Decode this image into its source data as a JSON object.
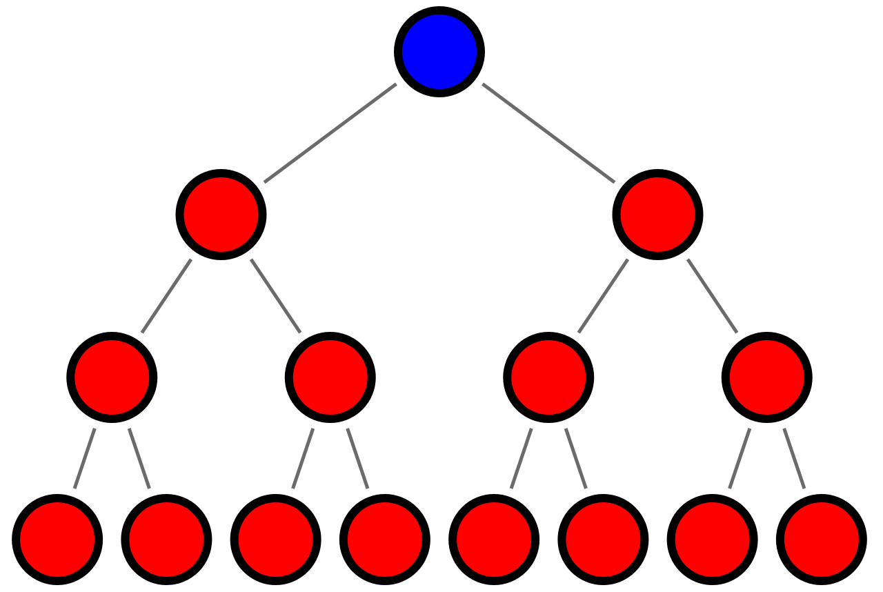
{
  "colors": {
    "background": "#ffffff",
    "root_fill": "#0000ff",
    "node_fill": "#ff0000",
    "node_outline": "#000000",
    "edge": "#6b6b6b"
  },
  "tree": {
    "levels": 4,
    "branching": 2,
    "nodes": [
      {
        "id": "n1",
        "level": 0,
        "kind": "root"
      },
      {
        "id": "n2",
        "level": 1,
        "kind": "node"
      },
      {
        "id": "n3",
        "level": 1,
        "kind": "node"
      },
      {
        "id": "n4",
        "level": 2,
        "kind": "node"
      },
      {
        "id": "n5",
        "level": 2,
        "kind": "node"
      },
      {
        "id": "n6",
        "level": 2,
        "kind": "node"
      },
      {
        "id": "n7",
        "level": 2,
        "kind": "node"
      },
      {
        "id": "n8",
        "level": 3,
        "kind": "leaf"
      },
      {
        "id": "n9",
        "level": 3,
        "kind": "leaf"
      },
      {
        "id": "n10",
        "level": 3,
        "kind": "leaf"
      },
      {
        "id": "n11",
        "level": 3,
        "kind": "leaf"
      },
      {
        "id": "n12",
        "level": 3,
        "kind": "leaf"
      },
      {
        "id": "n13",
        "level": 3,
        "kind": "leaf"
      },
      {
        "id": "n14",
        "level": 3,
        "kind": "leaf"
      },
      {
        "id": "n15",
        "level": 3,
        "kind": "leaf"
      }
    ],
    "edges": [
      [
        "n1",
        "n2"
      ],
      [
        "n1",
        "n3"
      ],
      [
        "n2",
        "n4"
      ],
      [
        "n2",
        "n5"
      ],
      [
        "n3",
        "n6"
      ],
      [
        "n3",
        "n7"
      ],
      [
        "n4",
        "n8"
      ],
      [
        "n4",
        "n9"
      ],
      [
        "n5",
        "n10"
      ],
      [
        "n5",
        "n11"
      ],
      [
        "n6",
        "n12"
      ],
      [
        "n6",
        "n13"
      ],
      [
        "n7",
        "n14"
      ],
      [
        "n7",
        "n15"
      ]
    ]
  }
}
